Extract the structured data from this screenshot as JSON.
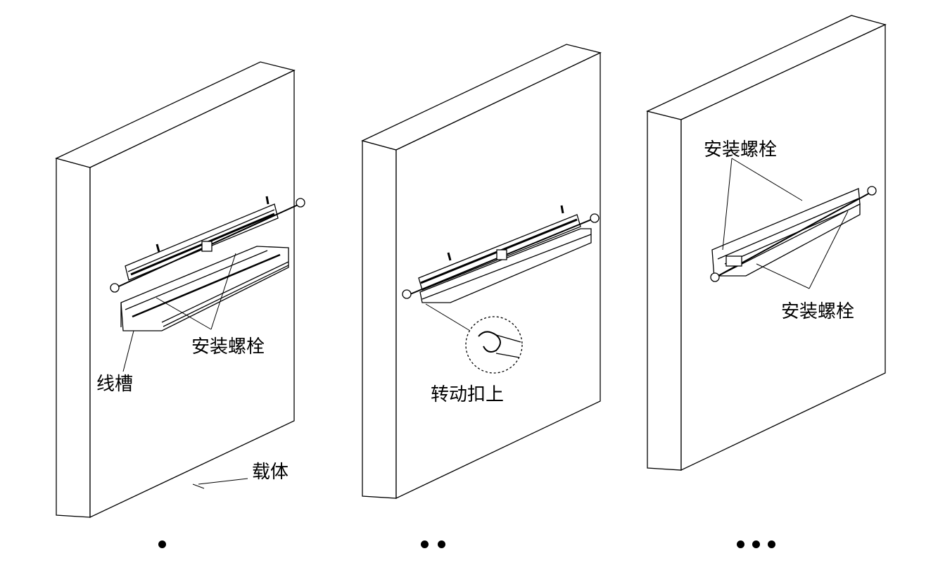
{
  "steps": [
    {
      "labels": {
        "bolts": "安装螺栓",
        "trough": "线槽",
        "carrier": "载体"
      },
      "marker": "•"
    },
    {
      "labels": {
        "rotate": "转动扣上"
      },
      "marker": "••"
    },
    {
      "labels": {
        "bolts_top": "安装螺栓",
        "bolts_bottom": "安装螺栓"
      },
      "marker": "•••"
    }
  ]
}
